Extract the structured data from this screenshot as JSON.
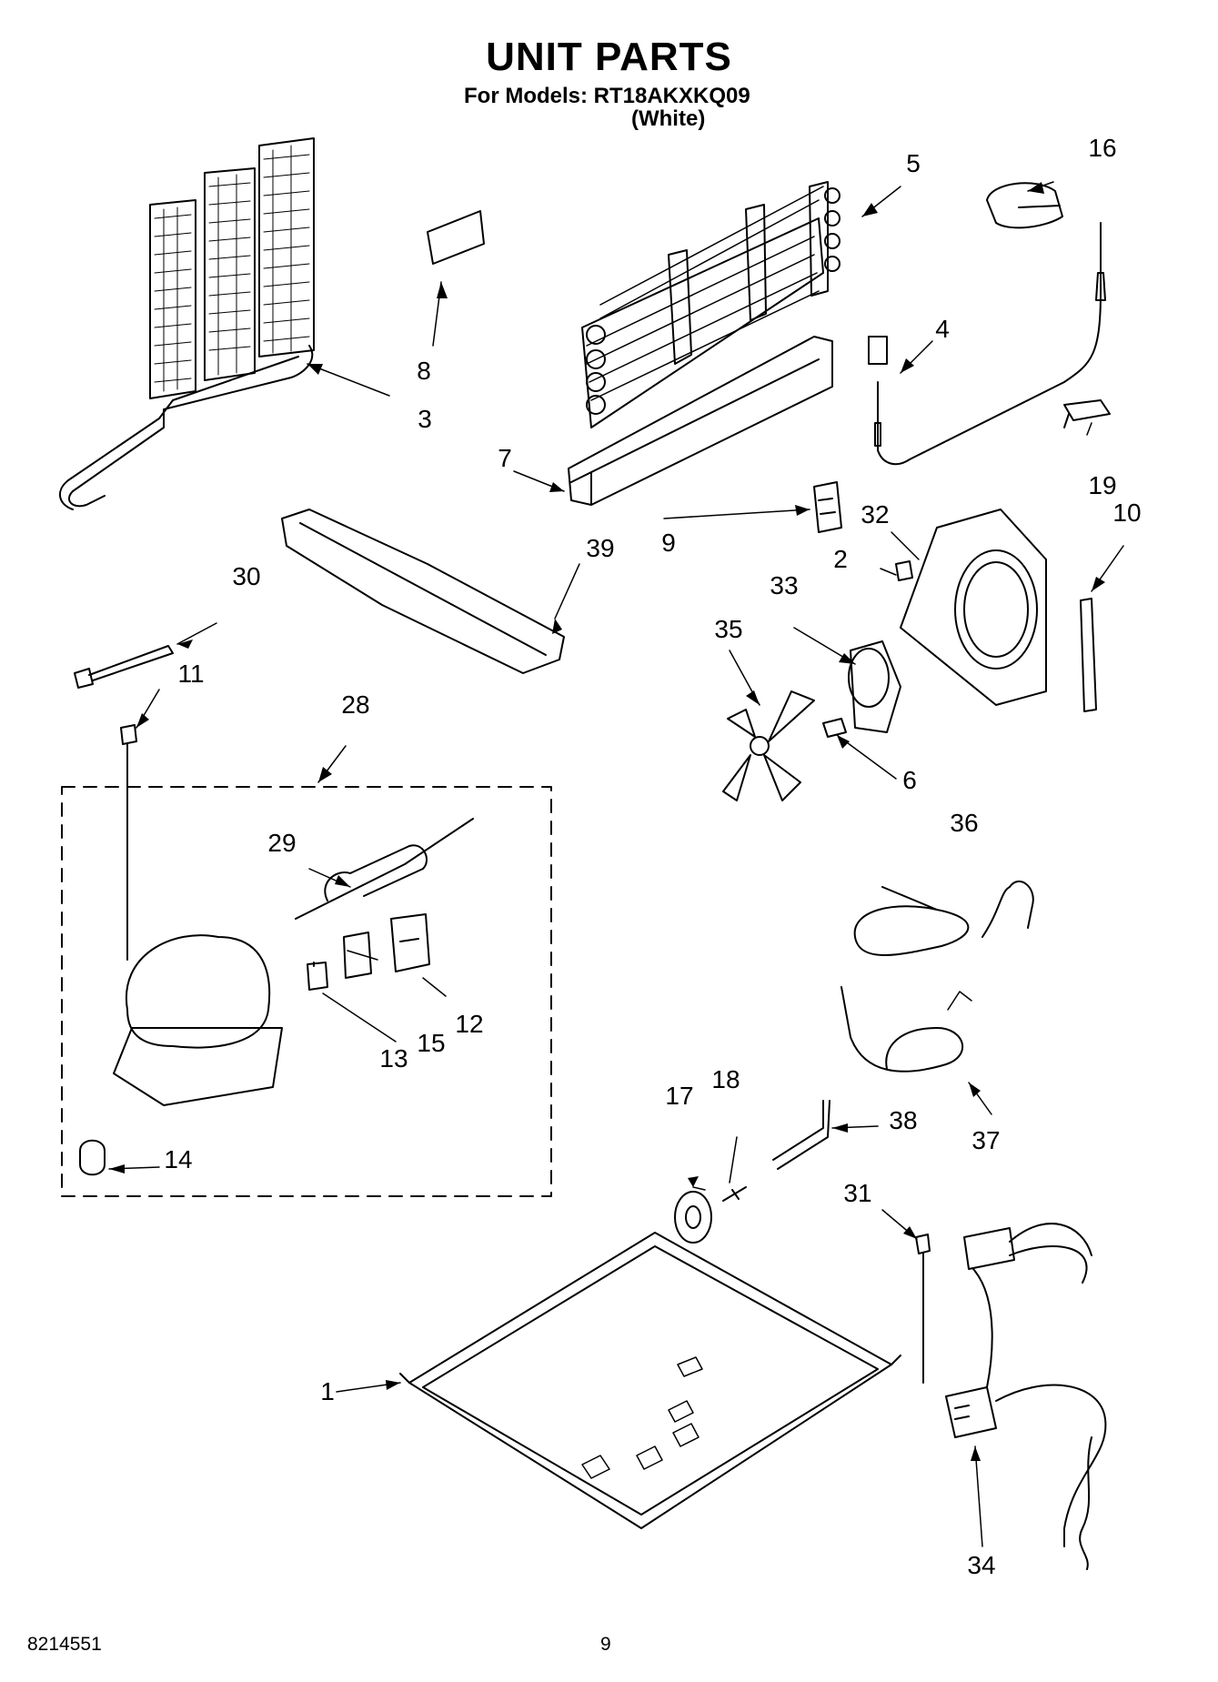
{
  "header": {
    "title": "UNIT PARTS",
    "models_line": "For Models: RT18AKXKQ09",
    "color_line": "(White)"
  },
  "callouts": [
    "1",
    "2",
    "3",
    "4",
    "5",
    "6",
    "7",
    "8",
    "9",
    "10",
    "11",
    "12",
    "13",
    "14",
    "15",
    "16",
    "17",
    "18",
    "19",
    "28",
    "29",
    "30",
    "31",
    "32",
    "33",
    "34",
    "35",
    "36",
    "37",
    "38",
    "39"
  ],
  "footer": {
    "doc_number": "8214551",
    "page_number": "9"
  }
}
